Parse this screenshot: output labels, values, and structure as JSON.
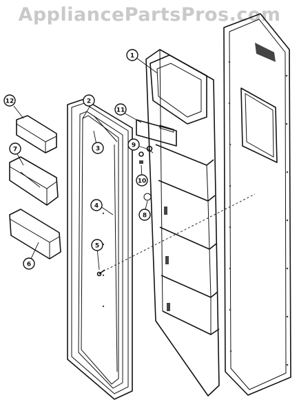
{
  "watermark": "AppliancePartsPros.com",
  "callouts": [
    "1",
    "2",
    "3",
    "4",
    "5",
    "6",
    "7",
    "8",
    "9",
    "10",
    "11",
    "12"
  ]
}
